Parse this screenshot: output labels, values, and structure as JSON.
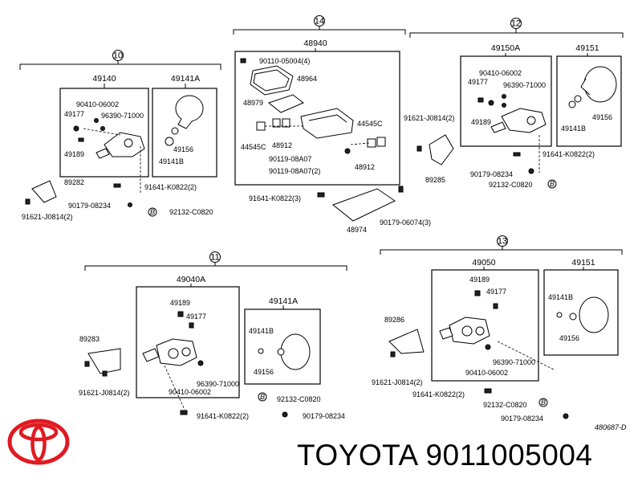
{
  "diagram": {
    "drawing_ref": "480687-D",
    "sections": [
      {
        "marker": "10",
        "groups": [
          {
            "header": "49140",
            "parts": [
              "90410-06002",
              "49177",
              "96390-71000",
              "49189"
            ]
          },
          {
            "header": "49141A",
            "parts": [
              "49156",
              "49141B"
            ]
          }
        ],
        "outside": [
          "89282",
          "91641-K0822(2)",
          "90179-08234",
          "91621-J0814(2)",
          "92132-C0820"
        ]
      },
      {
        "marker": "14",
        "groups": [
          {
            "header": "48940",
            "parts": [
              "90110-05004(4)",
              "48964",
              "48979",
              "44545C",
              "48912",
              "44545C",
              "90119-08A07",
              "90119-08A07(2)",
              "48912"
            ]
          }
        ],
        "outside": [
          "91641-K0822(3)",
          "90179-06074(3)",
          "48974"
        ]
      },
      {
        "marker": "12",
        "groups": [
          {
            "header": "49150A",
            "parts": [
              "90410-06002",
              "49177",
              "96390-71000",
              "49189"
            ]
          },
          {
            "header": "49151",
            "parts": [
              "49156",
              "49141B"
            ]
          }
        ],
        "outside": [
          "91621-J0814(2)",
          "89285",
          "91641-K0822(2)",
          "90179-08234",
          "92132-C0820"
        ]
      },
      {
        "marker": "11",
        "groups": [
          {
            "header": "49040A",
            "parts": [
              "49189",
              "49177",
              "96390-71000",
              "90410-06002"
            ]
          },
          {
            "header": "49141A",
            "parts": [
              "49141B",
              "49156"
            ]
          }
        ],
        "outside": [
          "89283",
          "91621-J0814(2)",
          "92132-C0820",
          "91641-K0822(2)",
          "90179-08234"
        ]
      },
      {
        "marker": "13",
        "groups": [
          {
            "header": "49050",
            "parts": [
              "49189",
              "49177",
              "96390-71000",
              "90410-06002"
            ]
          },
          {
            "header": "49151",
            "parts": [
              "49141B",
              "49156"
            ]
          }
        ],
        "outside": [
          "89286",
          "91621-J0814(2)",
          "91641-K0822(2)",
          "92132-C0820",
          "90179-08234"
        ]
      }
    ],
    "b_mark": "B"
  },
  "footer": {
    "brand_and_part": "TOYOTA 9011005004",
    "logo_icon": "toyota-logo-icon"
  }
}
